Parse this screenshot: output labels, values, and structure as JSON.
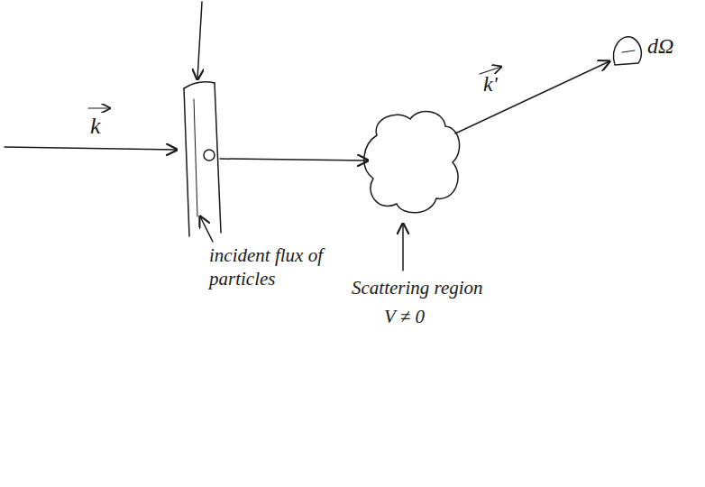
{
  "diagram": {
    "labels": [
      "k",
      "k'",
      "dΩ",
      "incident flux of particles",
      "Scattering region",
      "V ≠ 0"
    ]
  }
}
